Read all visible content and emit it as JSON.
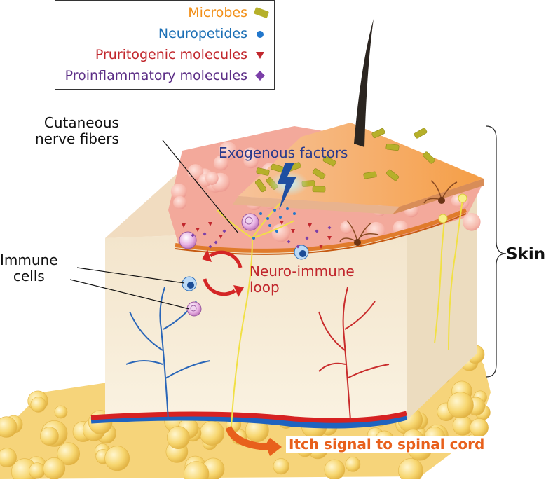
{
  "legend": {
    "items": [
      {
        "label": "Microbes",
        "color": "#f29019",
        "symbol": "rod",
        "symbol_color": "#b6b02a"
      },
      {
        "label": "Neuropetides",
        "color": "#1b6fb5",
        "symbol": "circle",
        "symbol_color": "#2277cc"
      },
      {
        "label": "Pruritogenic molecules",
        "color": "#c1272d",
        "symbol": "triangle",
        "symbol_color": "#c1272d"
      },
      {
        "label": "Proinflammatory molecules",
        "color": "#5b2d86",
        "symbol": "diamond",
        "symbol_color": "#7b3fa8"
      }
    ]
  },
  "labels": {
    "nerve_fibers_line1": "Cutaneous",
    "nerve_fibers_line2": "nerve fibers",
    "exogenous": "Exogenous factors",
    "immune_line1": "Immune",
    "immune_line2": "cells",
    "loop_line1": "Neuro-immune",
    "loop_line2": "loop",
    "skin": "Skin",
    "itch": "Itch signal to spinal cord"
  },
  "colors": {
    "exogenous": "#2a3a8c",
    "loop": "#c1272d",
    "itch": "#e8601c",
    "skin_epidermis": "#f6b3a6",
    "dermis": "#f4ead8",
    "fat": "#f6d47a",
    "nerve": "#f3e64a"
  }
}
